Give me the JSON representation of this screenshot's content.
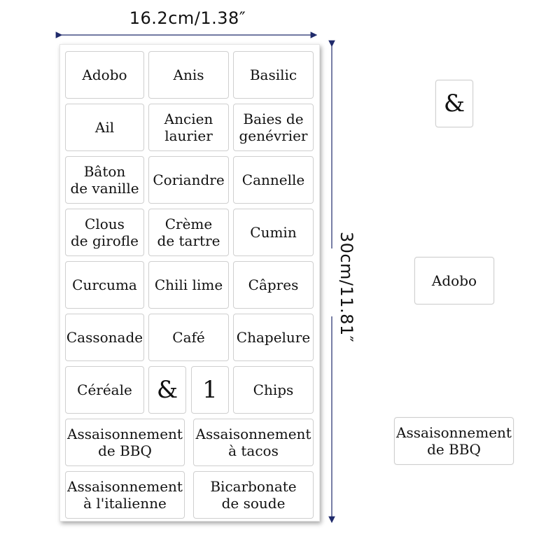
{
  "dimensions": {
    "width_label": "16.2cm/1.38″",
    "height_label": "30cm/11.81″"
  },
  "sheet": {
    "labels": [
      "Adobo",
      "Anis",
      "Basilic",
      "Ail",
      "Ancien\nlaurier",
      "Baies de\ngenévrier",
      "Bâton\nde vanille",
      "Coriandre",
      "Cannelle",
      "Clous\nde girofle",
      "Crème\nde tartre",
      "Cumin",
      "Curcuma",
      "Chili lime",
      "Câpres",
      "Cassonade",
      "Café",
      "Chapelure",
      "Céréale",
      "&",
      "1",
      "Chips",
      "Assaisonnement\nde BBQ",
      "Assaisonnement\nà tacos",
      "Assaisonnement\nà l'italienne",
      "Bicarbonate\nde soude"
    ]
  },
  "samples": {
    "ampersand": "&",
    "small": "Adobo",
    "wide": "Assaisonnement\nde BBQ"
  },
  "colors": {
    "arrow": "#1f2a6b",
    "label_border": "#cfcfcf"
  }
}
